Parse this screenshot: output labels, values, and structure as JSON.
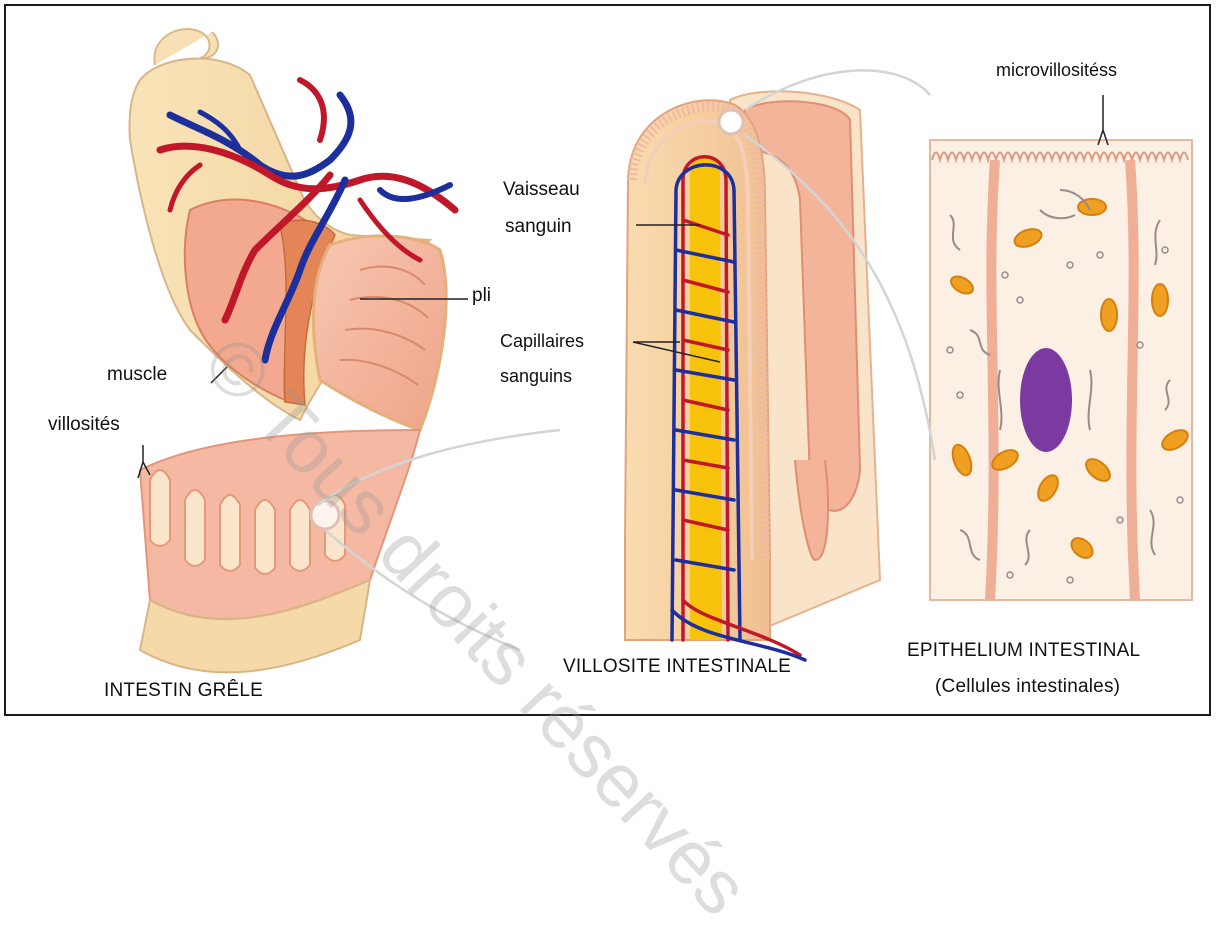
{
  "labels": {
    "muscle": "muscle",
    "villosites": "villosités",
    "pli": "pli",
    "vaisseau_line1": "Vaisseau",
    "vaisseau_line2": "sanguin",
    "capillaires_line1": "Capillaires",
    "capillaires_line2": "sanguins",
    "microvillosites": "microvillositéss"
  },
  "captions": {
    "intestin": "INTESTIN GRÊLE",
    "villosite": "VILLOSITE INTESTINALE",
    "epithelium": "EPITHELIUM INTESTINAL",
    "epithelium_sub": "(Cellules intestinales)"
  },
  "watermark": "© Tous droits réservés",
  "colors": {
    "artery": "#c0182a",
    "vein": "#1c2f9c",
    "muscle_pink": "#f0a890",
    "outer_cream": "#f6deb0",
    "mucosa": "#f4b9a2",
    "yellow_core": "#f7c20a",
    "nucleus": "#7b3aa0",
    "mitochondria": "#f0a020"
  },
  "icons": [
    "zoom-circle-icon",
    "zoom-circle-icon",
    "zoom-circle-icon"
  ]
}
